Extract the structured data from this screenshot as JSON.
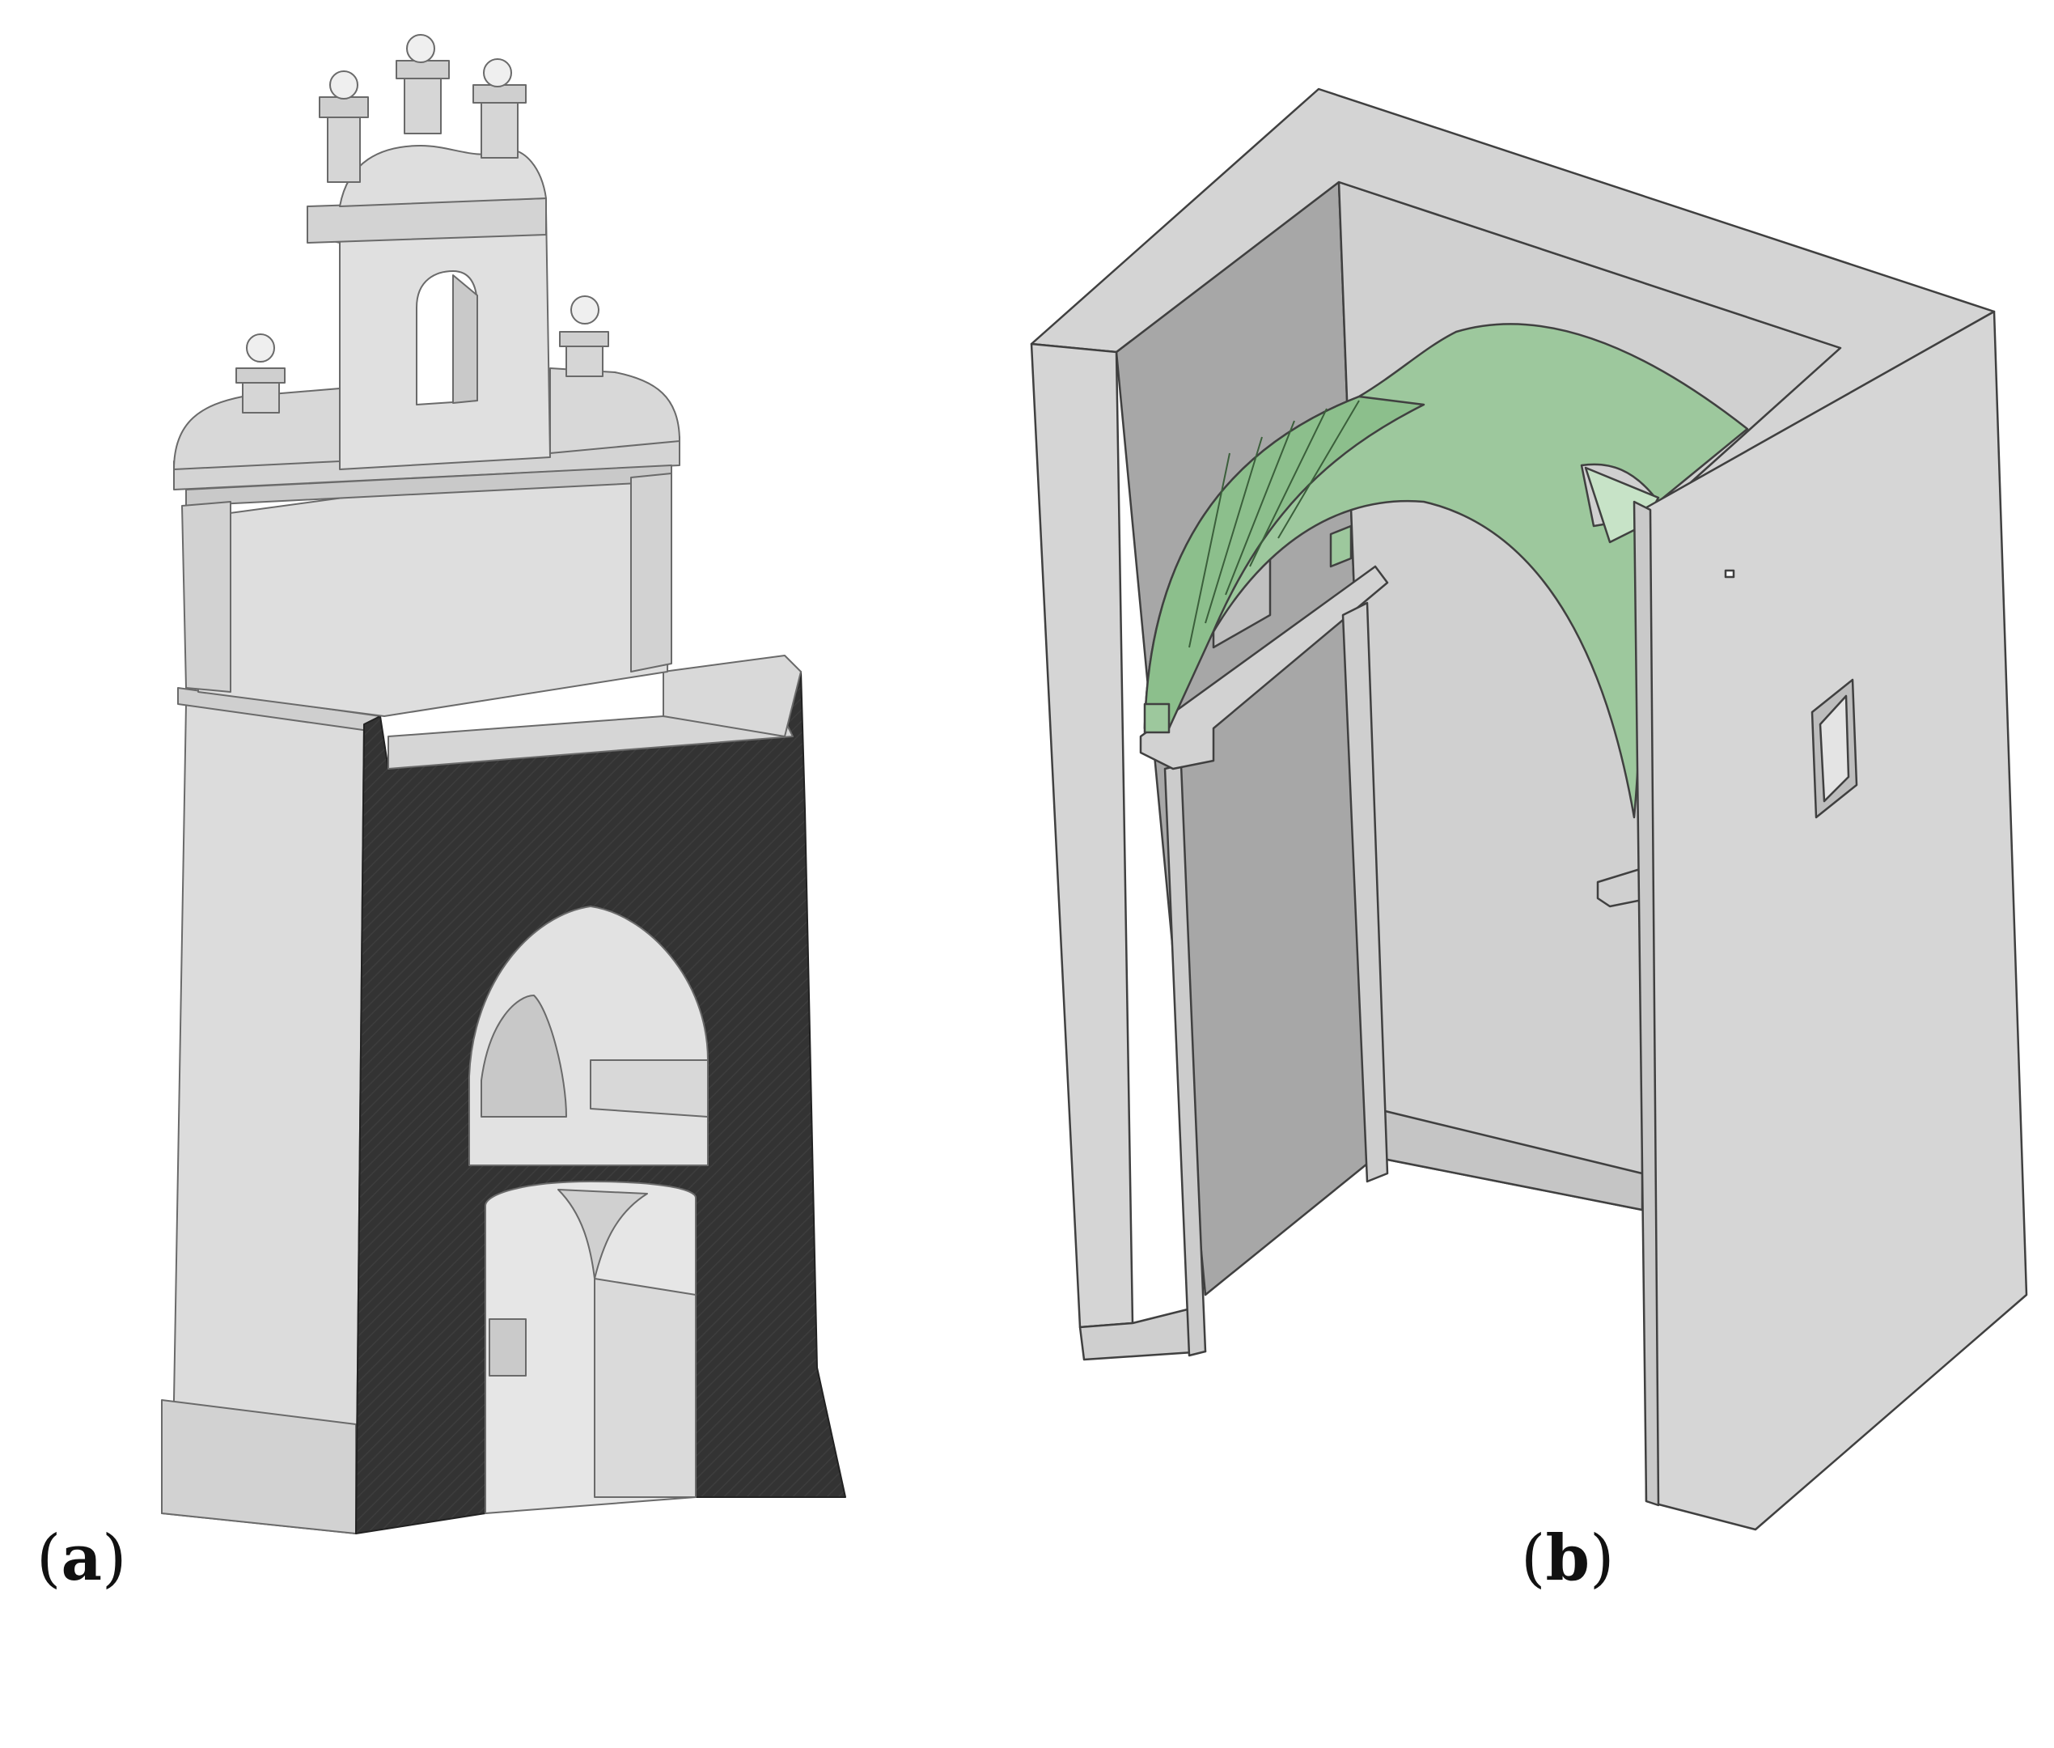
{
  "panels": [
    {
      "id": "a",
      "open": "(",
      "letter": "a",
      "close": ")"
    },
    {
      "id": "b",
      "open": "(",
      "letter": "b",
      "close": ")"
    }
  ],
  "colors": {
    "background": "#ffffff",
    "stone_light": "#dedede",
    "stone_mid": "#cfcfcf",
    "stone_dark": "#a6a6a6",
    "section_cut": "#333333",
    "vault_green": "#9dc89d",
    "vault_green_dark": "#7fb27f",
    "edge": "#404040"
  },
  "icons": [
    "bell-tower-model",
    "vault-section-model"
  ]
}
